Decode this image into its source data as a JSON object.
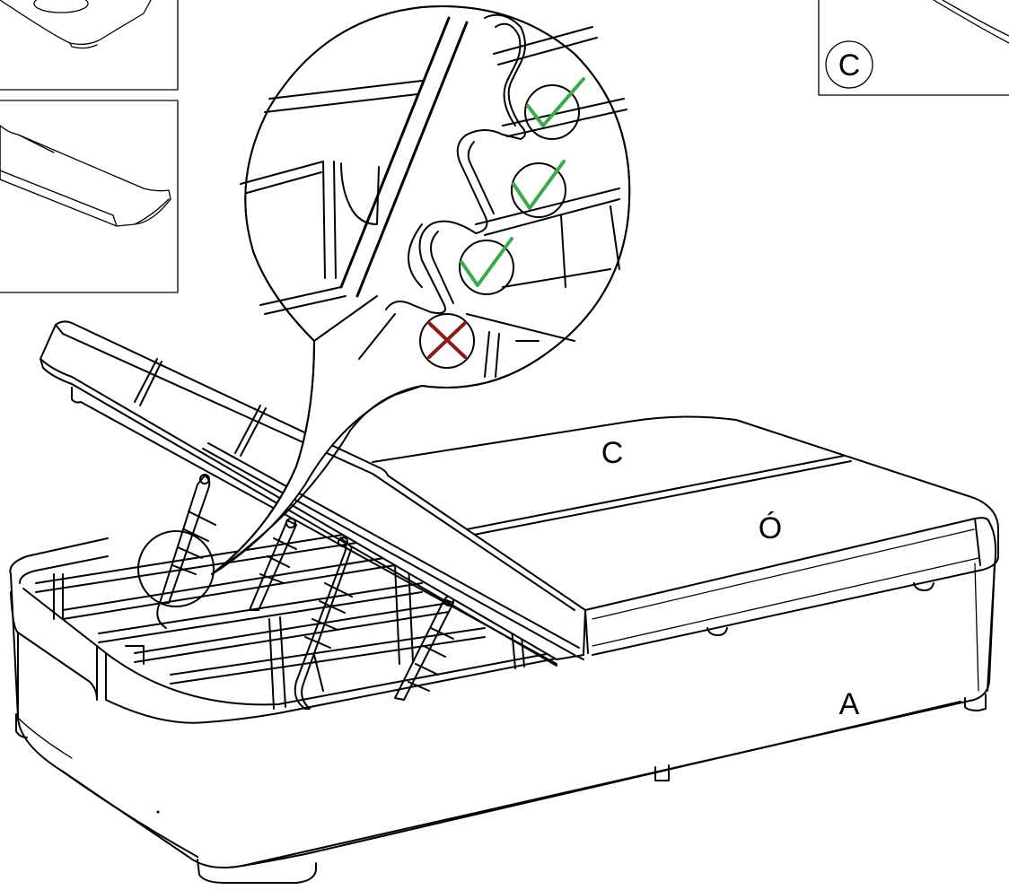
{
  "labels": {
    "inset_top_right": "C",
    "top_panel": "C",
    "mattress_panel": "Ó",
    "base": "A"
  },
  "marks": {
    "check_icon": "check-icon",
    "cross_icon": "cross-icon",
    "check_color": "#3daa4a",
    "cross_color": "#8b1a1a"
  }
}
